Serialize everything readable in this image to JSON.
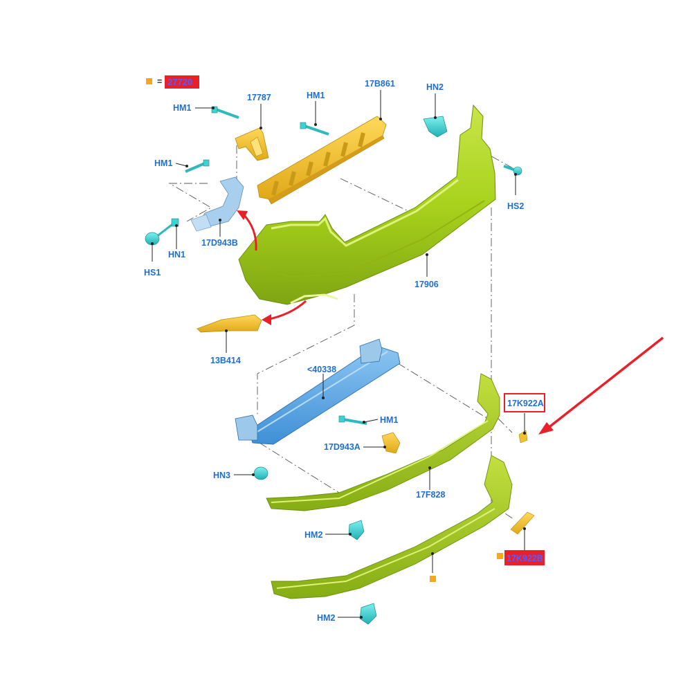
{
  "legend": {
    "symbol_color": "#f5a623",
    "equals": "=",
    "code": "27720",
    "code_bg": "#e8202a",
    "code_text_color": "#5a5aff"
  },
  "colors": {
    "bumper": "#a8d21c",
    "bumper_dark": "#7fa512",
    "bracket_yellow": "#f2c12e",
    "bracket_blue": "#9cc8ea",
    "beam_blue": "#5ba8e4",
    "fastener": "#3fd0d0",
    "arrow_red": "#e8202a",
    "label_blue": "#1f6fd1"
  },
  "labels": {
    "hm1_a": "HM1",
    "p17787": "17787",
    "hm1_b": "HM1",
    "p17b861": "17B861",
    "hn2": "HN2",
    "hm1_c": "HM1",
    "hs2": "HS2",
    "p17d943b": "17D943B",
    "hn1": "HN1",
    "hs1": "HS1",
    "p17906": "17906",
    "p13b414": "13B414",
    "p40338": "<40338",
    "hm1_d": "HM1",
    "p17d943a": "17D943A",
    "hn3": "HN3",
    "p17f828": "17F828",
    "hm2_a": "HM2",
    "hm2_b": "HM2",
    "p17k922a": "17K922A",
    "p17k922b": "17K922B"
  },
  "callouts": {
    "k922a_box_color": "#e8202a",
    "k922b_bg": "#e8202a",
    "k922b_text_color": "#5a5aff"
  }
}
